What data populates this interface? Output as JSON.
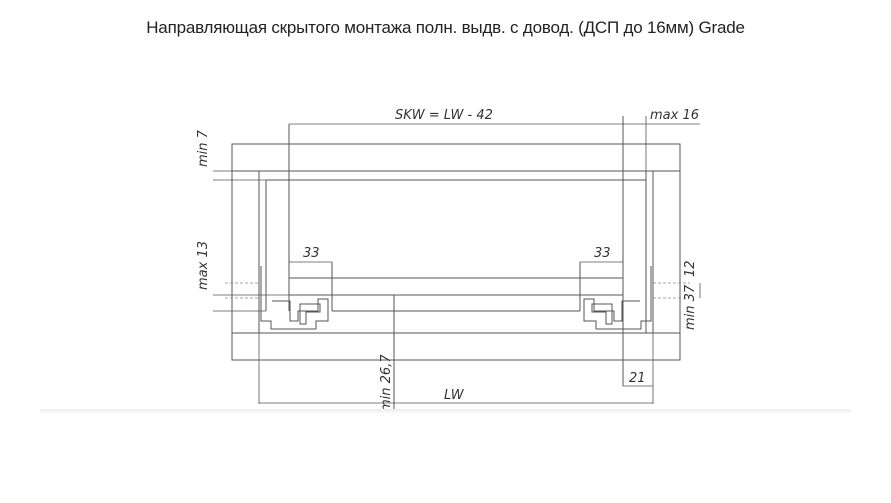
{
  "title": "Направляющая скрытого монтажа полн. выдв. с довод. (ДСП до 16мм) Grade",
  "drawing": {
    "skw": "SKW = LW - 42",
    "max16": "max 16",
    "min7": "min 7",
    "max13": "max 13",
    "dim33_left": "33",
    "dim33_right": "33",
    "dim12": "12",
    "min37": "min 37",
    "dim21": "21",
    "min267": "min 26,7",
    "lw": "LW"
  }
}
